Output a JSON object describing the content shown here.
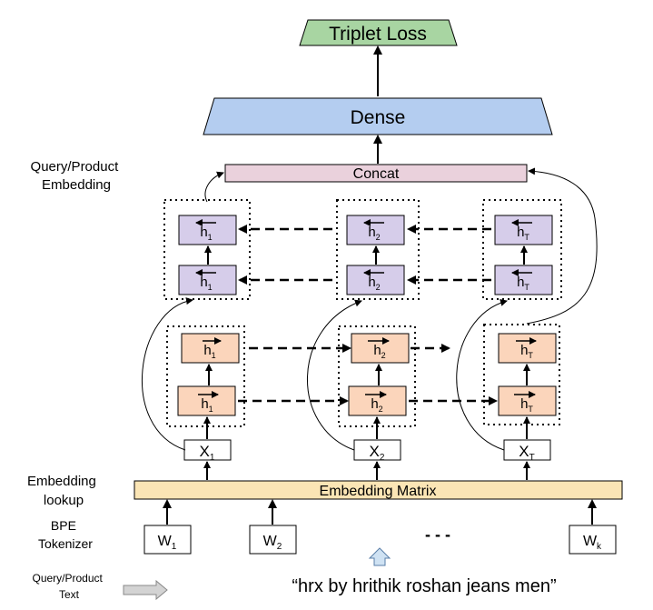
{
  "labels": {
    "triplet_loss": "Triplet Loss",
    "dense": "Dense",
    "concat": "Concat",
    "embedding_matrix": "Embedding Matrix",
    "query_product_embedding": [
      "Query/Product",
      "Embedding"
    ],
    "embedding_lookup": [
      "Embedding",
      "lookup"
    ],
    "bpe_tokenizer": [
      "BPE",
      "Tokenizer"
    ],
    "query_product_text": [
      "Query/Product",
      "Text"
    ],
    "example_text": "“hrx by hrithik roshan jeans men”",
    "ellipsis": "- - -"
  },
  "tokens": [
    {
      "base": "W",
      "sub": "1"
    },
    {
      "base": "W",
      "sub": "2"
    },
    {
      "base": "W",
      "sub": "k"
    }
  ],
  "inputs": [
    {
      "base": "X",
      "sub": "1"
    },
    {
      "base": "X",
      "sub": "2"
    },
    {
      "base": "X",
      "sub": "T"
    }
  ],
  "forward_hidden": [
    "1",
    "2",
    "T"
  ],
  "backward_hidden": [
    "1",
    "2",
    "T"
  ],
  "hidden_symbol": "h",
  "colors": {
    "triplet_loss_fill": "#a8d5a2",
    "dense_fill": "#b4cdf0",
    "concat_fill": "#ead1dc",
    "embedding_matrix_fill": "#fbe5b5",
    "forward_cell_fill": "#fbd5bb",
    "backward_cell_fill": "#d6cdea",
    "arrow_hint_fill": "#d3d3d3",
    "up_arrow_fill": "#cfe2f3"
  },
  "icons": [
    "right-arrow-icon",
    "up-arrow-icon"
  ]
}
